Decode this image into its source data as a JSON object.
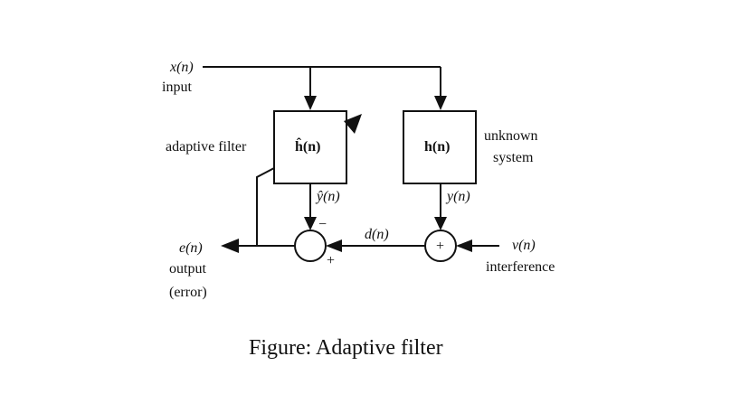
{
  "labels": {
    "x_signal": "x(n)",
    "input": "input",
    "adaptive_filter": "adaptive filter",
    "adaptive_block": "ĥ(n)",
    "unknown_block": "h(n)",
    "unknown": "unknown",
    "system": "system",
    "y_hat": "ŷ(n)",
    "y_signal": "y(n)",
    "d_signal": "d(n)",
    "e_signal": "e(n)",
    "output": "output",
    "error": "(error)",
    "v_signal": "v(n)",
    "interference": "interference",
    "minus_sign": "−",
    "plus_sign_sub": "+",
    "plus_sign_add": "+"
  },
  "caption": "Figure: Adaptive filter",
  "colors": {
    "ink": "#111111",
    "background": "#ffffff"
  }
}
